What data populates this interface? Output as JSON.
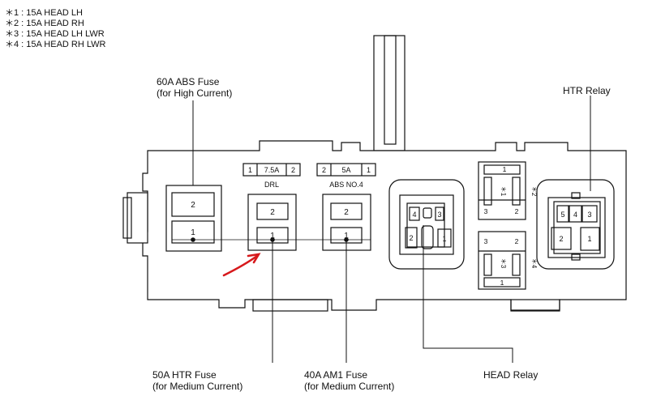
{
  "legend": [
    "＊1 : 15A HEAD LH",
    "＊2 : 15A HEAD RH",
    "＊3 : 15A HEAD LH LWR",
    "＊4 : 15A HEAD RH LWR"
  ],
  "callouts": {
    "abs_fuse": {
      "line1": "60A ABS Fuse",
      "line2": "(for High Current)"
    },
    "htr_relay": {
      "line1": "HTR Relay"
    },
    "htr_fuse": {
      "line1": "50A HTR Fuse",
      "line2": "(for Medium Current)"
    },
    "am1_fuse": {
      "line1": "40A AM1 Fuse",
      "line2": "(for Medium Current)"
    },
    "head_relay": {
      "line1": "HEAD Relay"
    }
  },
  "mini_fuses": {
    "drl": {
      "left_pin": "1",
      "rating": "7.5A",
      "right_pin": "2",
      "name": "DRL"
    },
    "abs_no4": {
      "left_pin": "2",
      "rating": "5A",
      "right_pin": "1",
      "name": "ABS NO.4"
    }
  },
  "fuse_terminals": {
    "abs": {
      "top": "2",
      "bottom": "1"
    },
    "htr": {
      "top": "2",
      "bottom": "1"
    },
    "am1": {
      "top": "2",
      "bottom": "1"
    }
  },
  "head_relay_pins": {
    "p4": "4",
    "p3": "3",
    "p2": "2",
    "p1": "1"
  },
  "head_fuses": {
    "upper": {
      "top": "1",
      "bottom_left": "3",
      "bottom_right": "2",
      "mark": "＊1",
      "side_mark": "＊2"
    },
    "lower": {
      "top_left": "3",
      "top_right": "2",
      "bottom": "1",
      "mark": "＊3",
      "side_mark": "＊4"
    }
  },
  "htr_relay_pins": {
    "p5": "5",
    "p4": "4",
    "p3": "3",
    "p2": "2",
    "p1": "1"
  }
}
